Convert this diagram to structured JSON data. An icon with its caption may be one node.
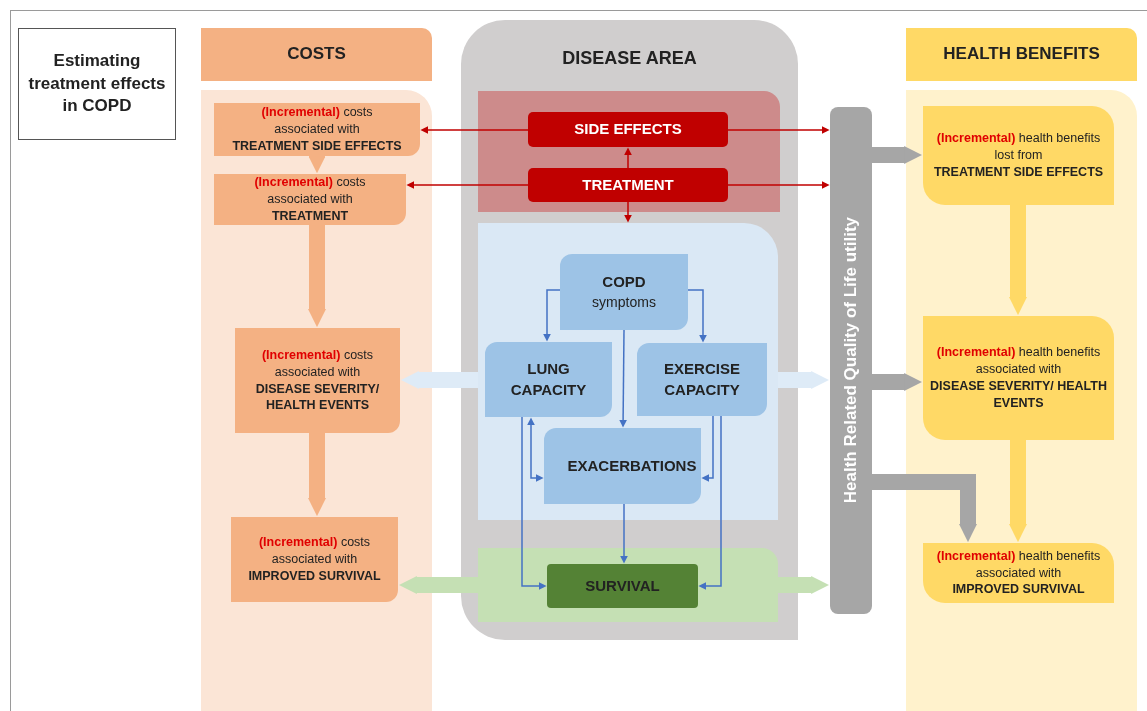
{
  "diagram": {
    "title": "Estimating treatment effects in COPD",
    "nodes": [
      {
        "text": [
          "COSTS"
        ]
      },
      {
        "text": [
          "DISEASE AREA"
        ]
      },
      {
        "text": [
          "HEALTH BENEFITS"
        ]
      },
      {
        "text": [],
        "shape": "box",
        "in": 1
      },
      {
        "text": [
          "SIDE EFFECTS"
        ],
        "in": 3
      },
      {
        "text": [
          "TREATMENT"
        ],
        "in": 3
      },
      {
        "text": [],
        "shape": "box",
        "in": 1
      },
      {
        "text": [
          "COPD",
          "symptoms"
        ],
        "in": 6
      },
      {
        "text": [
          "LUNG CAPACITY"
        ],
        "in": 6
      },
      {
        "text": [
          "EXERCISE CAPACITY"
        ],
        "in": 6
      },
      {
        "text": [
          "EXACERBATIONS"
        ],
        "in": 6
      },
      {
        "text": [],
        "shape": "box",
        "in": 1
      },
      {
        "text": [
          "SURVIVAL"
        ],
        "in": 11
      },
      {
        "text": [
          "(Incremental)",
          "costs associated with",
          "TREATMENT SIDE EFFECTS"
        ]
      },
      {
        "text": [
          "(Incremental)",
          "costs associated with",
          "TREATMENT"
        ]
      },
      {
        "text": [
          "(Incremental)",
          "costs associated with",
          "DISEASE SEVERITY/ HEALTH EVENTS"
        ]
      },
      {
        "text": [
          "(Incremental)",
          "costs associated with",
          "IMPROVED SURVIVAL"
        ]
      },
      {
        "text": [
          "Health Related Quality of Life utility"
        ]
      },
      {
        "text": [
          "(Incremental)",
          "health benefits lost from",
          "TREATMENT SIDE EFFECTS"
        ]
      },
      {
        "text": [
          "(Incremental)",
          "health benefits associated with",
          "DISEASE SEVERITY/ HEALTH EVENTS"
        ]
      },
      {
        "text": [
          "(Incremental)",
          "health benefits associated with",
          "IMPROVED SURVIVAL"
        ]
      }
    ],
    "edges": [
      {
        "from": 4,
        "to": 13,
        "arrow": "to",
        "color": "#c00000"
      },
      {
        "from": 4,
        "to": 17,
        "arrow": "to",
        "color": "#c00000"
      },
      {
        "from": 5,
        "to": 14,
        "arrow": "to",
        "color": "#c00000"
      },
      {
        "from": 5,
        "to": 17,
        "arrow": "to",
        "color": "#c00000"
      },
      {
        "from": 5,
        "to": 4,
        "arrow": "to",
        "color": "#c00000"
      },
      {
        "from": 5,
        "to": 6,
        "arrow": "to",
        "color": "#c00000"
      },
      {
        "from": 6,
        "to": 15,
        "arrow": "to",
        "style": "thick",
        "color": "#deebf7"
      },
      {
        "from": 6,
        "to": 17,
        "arrow": "to",
        "style": "thick",
        "color": "#deebf7"
      },
      {
        "from": 11,
        "to": 16,
        "arrow": "to",
        "style": "thick",
        "color": "#c5e0b4"
      },
      {
        "from": 11,
        "to": 17,
        "arrow": "to",
        "style": "thick",
        "color": "#c5e0b4"
      },
      {
        "from": 13,
        "to": 14,
        "arrow": "to",
        "style": "thick",
        "color": "#f4b183"
      },
      {
        "from": 14,
        "to": 15,
        "arrow": "to",
        "style": "thick",
        "color": "#f4b183"
      },
      {
        "from": 15,
        "to": 16,
        "arrow": "to",
        "style": "thick",
        "color": "#f4b183"
      },
      {
        "from": 17,
        "to": 18,
        "arrow": "to",
        "style": "thick",
        "color": "#a6a6a6"
      },
      {
        "from": 17,
        "to": 19,
        "arrow": "to",
        "style": "thick",
        "color": "#a6a6a6"
      },
      {
        "from": 17,
        "to": 20,
        "arrow": "to",
        "style": "thick",
        "color": "#a6a6a6"
      },
      {
        "from": 18,
        "to": 19,
        "arrow": "to",
        "style": "thick",
        "color": "#ffd966"
      },
      {
        "from": 19,
        "to": 20,
        "arrow": "to",
        "style": "thick",
        "color": "#ffd966"
      },
      {
        "from": 7,
        "to": 8,
        "arrow": "to",
        "color": "#4472c4"
      },
      {
        "from": 7,
        "to": 9,
        "arrow": "to",
        "color": "#4472c4"
      },
      {
        "from": 7,
        "to": 10,
        "arrow": "to",
        "color": "#4472c4"
      },
      {
        "from": 8,
        "to": 10,
        "arrow": "both",
        "color": "#4472c4"
      },
      {
        "from": 9,
        "to": 10,
        "arrow": "to",
        "color": "#4472c4"
      },
      {
        "from": 8,
        "to": 12,
        "arrow": "to",
        "color": "#4472c4"
      },
      {
        "from": 9,
        "to": 12,
        "arrow": "to",
        "color": "#4472c4"
      },
      {
        "from": 10,
        "to": 12,
        "arrow": "to",
        "color": "#4472c4"
      }
    ]
  }
}
